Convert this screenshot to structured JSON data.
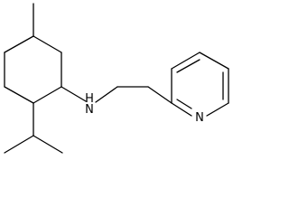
{
  "molecule": {
    "atom_labels": {
      "amine_nitrogen": "H\nN",
      "amine_n": "N",
      "amine_h": "H",
      "pyridine_nitrogen": "N"
    }
  },
  "colors": {
    "bond": "#000000",
    "label": "#000000",
    "background": "#ffffff"
  }
}
